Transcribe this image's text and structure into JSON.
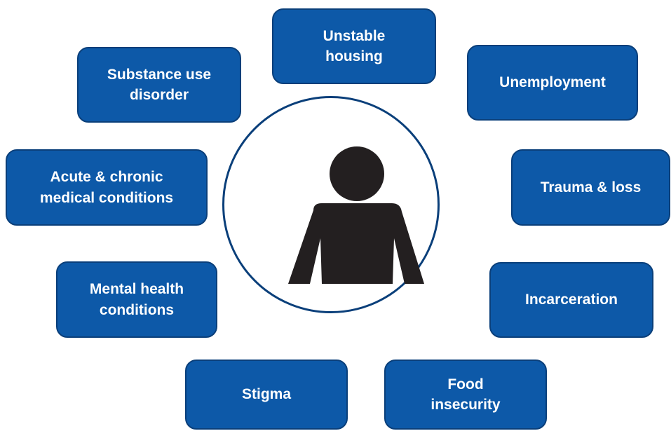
{
  "center": {
    "icon": "person-icon"
  },
  "factors": [
    {
      "id": "unstable-housing",
      "lines": [
        "Unstable",
        "housing"
      ]
    },
    {
      "id": "unemployment",
      "lines": [
        "Unemployment"
      ]
    },
    {
      "id": "trauma-loss",
      "lines": [
        "Trauma & loss"
      ]
    },
    {
      "id": "incarceration",
      "lines": [
        "Incarceration"
      ]
    },
    {
      "id": "food-insecurity",
      "lines": [
        "Food",
        "insecurity"
      ]
    },
    {
      "id": "stigma",
      "lines": [
        "Stigma"
      ]
    },
    {
      "id": "mental-health",
      "lines": [
        "Mental health",
        "conditions"
      ]
    },
    {
      "id": "medical-conditions",
      "lines": [
        "Acute & chronic",
        "medical conditions"
      ]
    },
    {
      "id": "substance-use",
      "lines": [
        "Substance use",
        "disorder"
      ]
    }
  ],
  "colors": {
    "box_fill": "#0d59a8",
    "box_border": "#0a3f7a",
    "ring": "#0a3f7a",
    "person": "#231f20",
    "text": "#ffffff"
  }
}
